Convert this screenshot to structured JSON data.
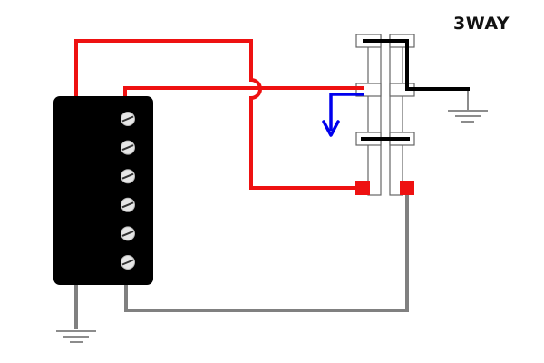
{
  "diagram": {
    "title": "3WAY",
    "colors": {
      "hot_wire": "#ee1111",
      "signal_wire": "#0000ee",
      "ground_wire": "#000000",
      "return_wire": "#808080",
      "pickup_body": "#000000",
      "screw_fill": "#e6e6e6",
      "terminal_active": "#ee1111",
      "switch_outline": "#666666"
    },
    "components": {
      "pickup": {
        "type": "humbucker-pickup",
        "pole_screws": 6
      },
      "switch": {
        "type": "3-way-toggle-switch",
        "terminal_rows": 3
      },
      "grounds": [
        "switch-ground",
        "pickup-ground"
      ]
    }
  }
}
